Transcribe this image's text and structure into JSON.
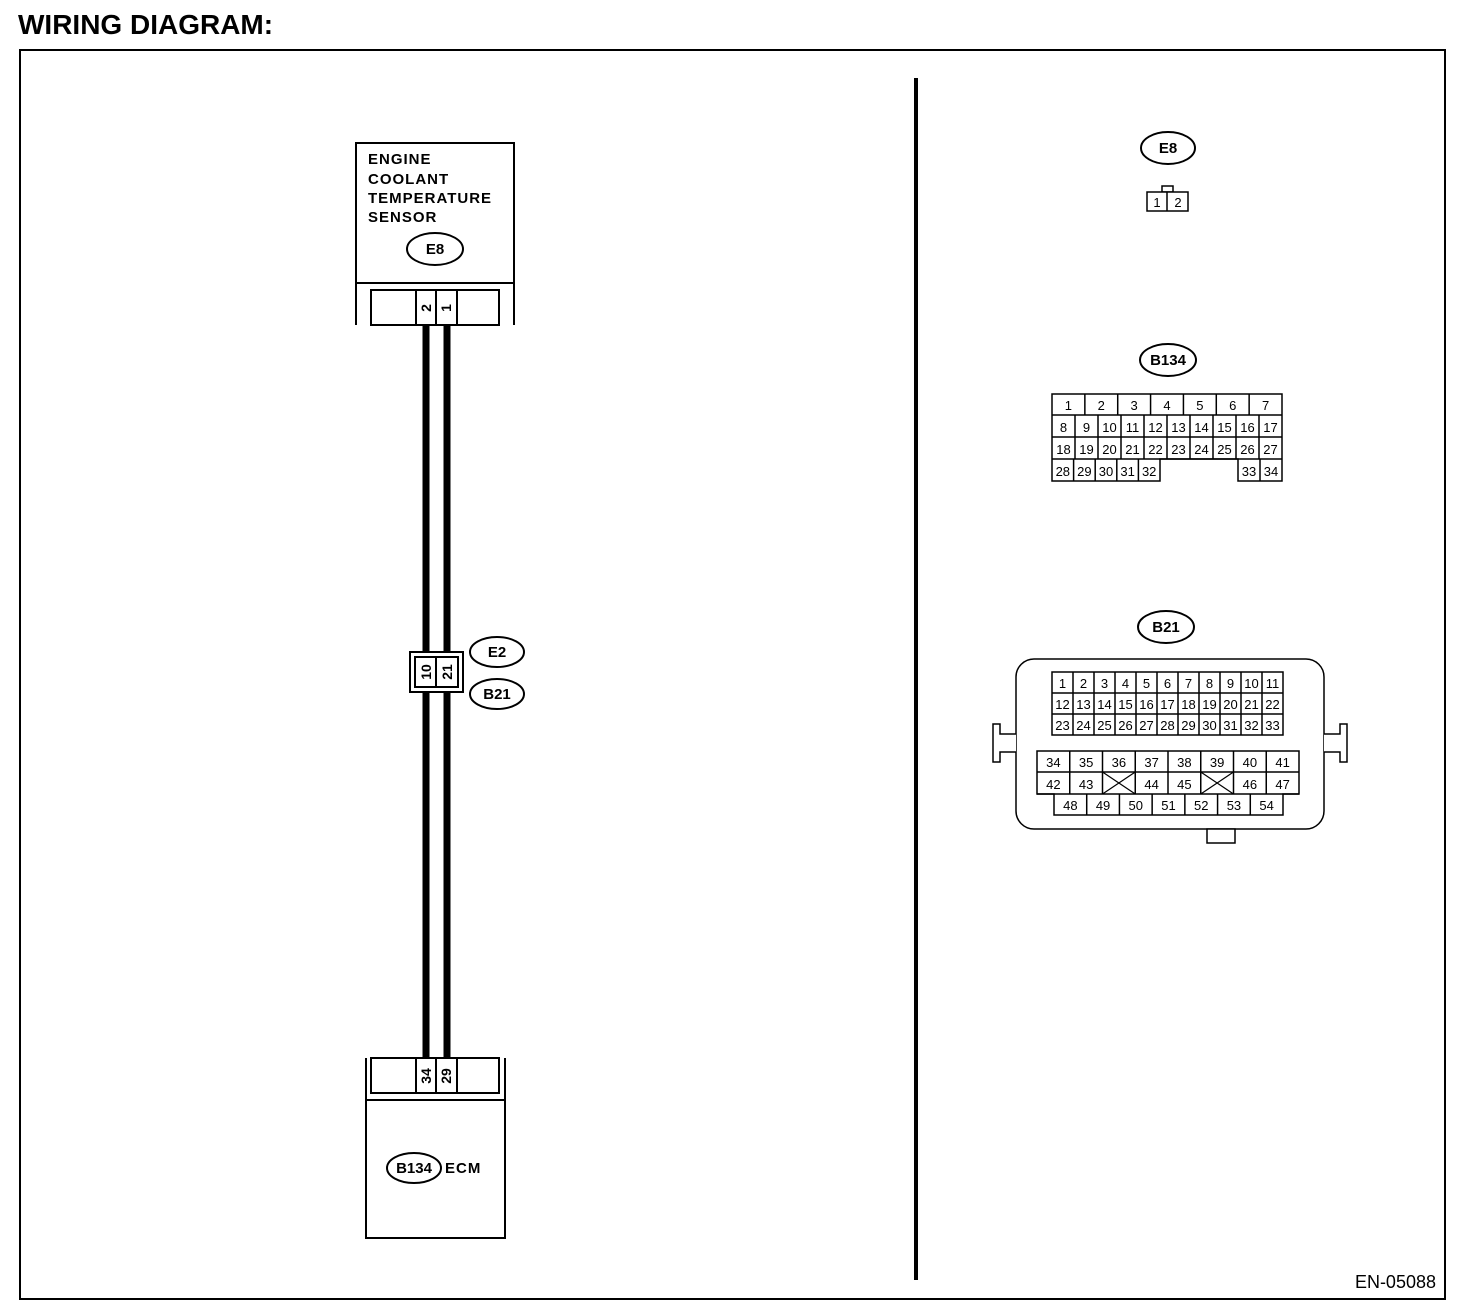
{
  "title": "WIRING DIAGRAM:",
  "figure_id": "EN-05088",
  "sensor": {
    "lines": [
      "ENGINE",
      "COOLANT",
      "TEMPERATURE",
      "SENSOR"
    ],
    "connector": "E8",
    "pins": [
      "2",
      "1"
    ]
  },
  "joint": {
    "connector_top": "E2",
    "connector_bottom": "B21",
    "pins": [
      "10",
      "21"
    ]
  },
  "ecm": {
    "connector": "B134",
    "label": "ECM",
    "pins": [
      "34",
      "29"
    ]
  },
  "face_views": {
    "e8": {
      "label": "E8",
      "pins": [
        "1",
        "2"
      ]
    },
    "b134": {
      "label": "B134",
      "row1": [
        "1",
        "2",
        "3",
        "4",
        "5",
        "6",
        "7"
      ],
      "row2": [
        "8",
        "9",
        "10",
        "11",
        "12",
        "13",
        "14",
        "15",
        "16",
        "17"
      ],
      "row3": [
        "18",
        "19",
        "20",
        "21",
        "22",
        "23",
        "24",
        "25",
        "26",
        "27"
      ],
      "row4_left": [
        "28",
        "29",
        "30",
        "31",
        "32"
      ],
      "row4_right": [
        "33",
        "34"
      ]
    },
    "b21": {
      "label": "B21",
      "row1": [
        "1",
        "2",
        "3",
        "4",
        "5",
        "6",
        "7",
        "8",
        "9",
        "10",
        "11"
      ],
      "row2": [
        "12",
        "13",
        "14",
        "15",
        "16",
        "17",
        "18",
        "19",
        "20",
        "21",
        "22"
      ],
      "row3": [
        "23",
        "24",
        "25",
        "26",
        "27",
        "28",
        "29",
        "30",
        "31",
        "32",
        "33"
      ],
      "row4": [
        "34",
        "35",
        "36",
        "37",
        "38",
        "39",
        "40",
        "41"
      ],
      "row5": [
        "42",
        "43",
        "",
        "44",
        "45",
        "",
        "46",
        "47"
      ],
      "row6": [
        "48",
        "49",
        "50",
        "51",
        "52",
        "53",
        "54"
      ]
    }
  }
}
